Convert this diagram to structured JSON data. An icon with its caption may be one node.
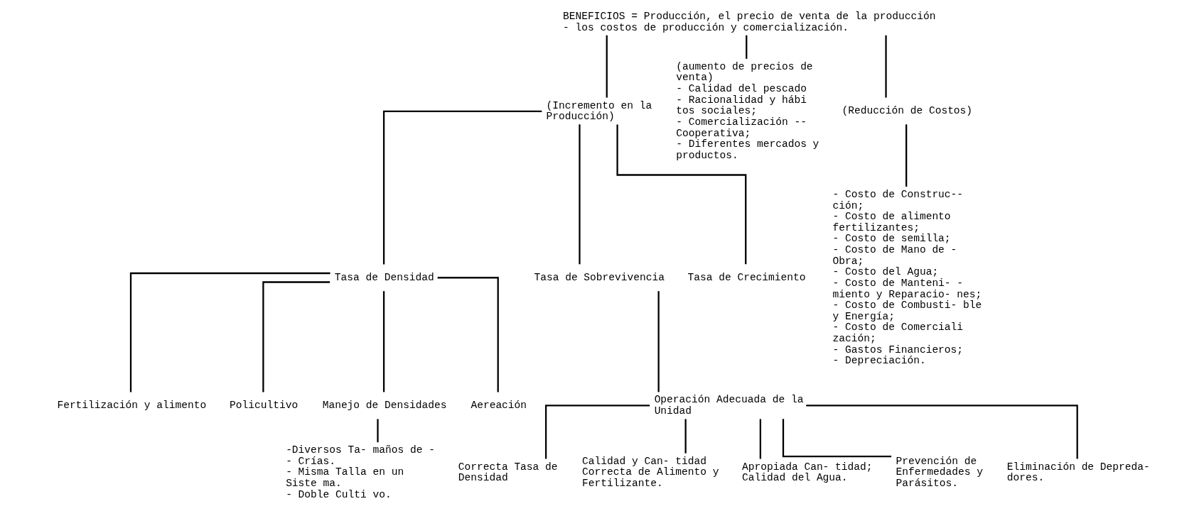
{
  "diagram": {
    "nodes": [
      {
        "text": [
          "BENEFICIOS = Producción, el precio de venta de la producción - los costos de producción y comercialización."
        ]
      },
      {
        "text": [
          "(Incremento en la Producción)"
        ]
      },
      {
        "text": [
          "Tasa de Densidad"
        ]
      },
      {
        "text": [
          "Tasa de Sobrevivencia"
        ]
      },
      {
        "text": [
          "Tasa de Crecimiento"
        ]
      },
      {
        "text": [
          "Fertilización y alimento"
        ]
      },
      {
        "text": [
          "Policultivo"
        ]
      },
      {
        "text": [
          "Manejo de Densidades"
        ]
      },
      {
        "text": [
          "Aereación"
        ]
      },
      {
        "text": [
          "-Diversos Ta- maños de - - Crías.",
          "- Misma Talla en un Siste ma.",
          "- Doble Culti vo."
        ]
      },
      {
        "text": [
          "Operación Adecuada de la Unidad"
        ]
      },
      {
        "text": [
          "Correcta Tasa de Densidad"
        ]
      },
      {
        "text": [
          "Calidad y Can- tidad Correcta de Alimento y Fertilizante."
        ]
      },
      {
        "text": [
          "Apropiada Can- tidad; Calidad del Agua."
        ]
      },
      {
        "text": [
          "Prevención de Enfermedades y Parásitos."
        ]
      },
      {
        "text": [
          "Eliminación de Depreda- dores."
        ]
      },
      {
        "text": [
          "(aumento de precios de venta)",
          "- Calidad del pescado",
          "- Racionalidad y hábi tos sociales;",
          "- Comercialización -- Cooperativa;",
          "- Diferentes mercados y productos."
        ]
      },
      {
        "text": [
          "(Reducción de Costos)"
        ]
      },
      {
        "text": [
          "- Costo de Construc-- ción;",
          "- Costo de alimento fertilizantes;",
          "- Costo de semilla;",
          "- Costo de Mano de - Obra;",
          "- Costo del Agua;",
          "- Costo de Manteni- - miento y Reparacio- nes;",
          "- Costo de Combusti- ble y Energía;",
          "- Costo de Comerciali zación;",
          "- Gastos Financieros;",
          "- Depreciación."
        ]
      }
    ],
    "edges": [
      {
        "from": 0,
        "to": 1,
        "arrow": "none"
      },
      {
        "from": 1,
        "to": 2,
        "arrow": "none"
      },
      {
        "from": 1,
        "to": 3,
        "arrow": "none"
      },
      {
        "from": 1,
        "to": 4,
        "arrow": "none"
      },
      {
        "from": 2,
        "to": 5,
        "arrow": "none"
      },
      {
        "from": 2,
        "to": 6,
        "arrow": "none"
      },
      {
        "from": 2,
        "to": 7,
        "arrow": "none"
      },
      {
        "from": 2,
        "to": 8,
        "arrow": "none"
      },
      {
        "from": 7,
        "to": 9,
        "arrow": "none"
      },
      {
        "from": 3,
        "to": 10,
        "arrow": "none"
      },
      {
        "from": 10,
        "to": 11,
        "arrow": "none"
      },
      {
        "from": 10,
        "to": 12,
        "arrow": "none"
      },
      {
        "from": 10,
        "to": 13,
        "arrow": "none"
      },
      {
        "from": 10,
        "to": 14,
        "arrow": "none"
      },
      {
        "from": 10,
        "to": 15,
        "arrow": "none"
      },
      {
        "from": 0,
        "to": 16,
        "arrow": "none"
      },
      {
        "from": 0,
        "to": 17,
        "arrow": "none"
      },
      {
        "from": 17,
        "to": 18,
        "arrow": "none"
      }
    ]
  }
}
